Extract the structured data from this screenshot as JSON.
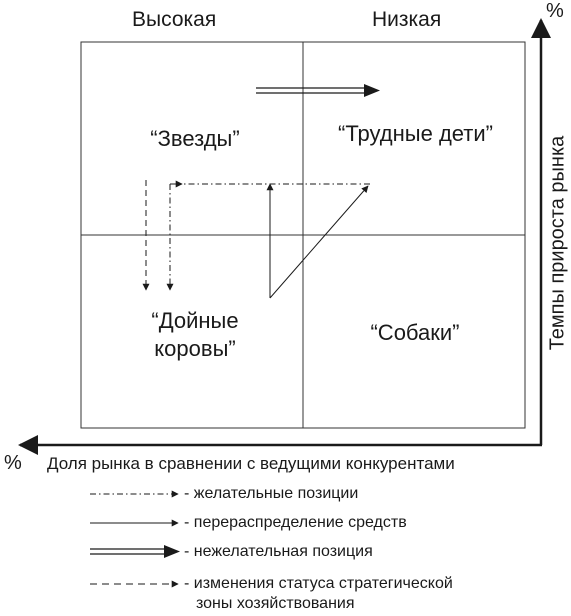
{
  "columns": {
    "left": "Высокая",
    "right": "Низкая"
  },
  "quadrants": {
    "stars": "“Звезды”",
    "question_marks": "“Трудные дети”",
    "cash_cows_line1": "“Дойные",
    "cash_cows_line2": "коровы”",
    "dogs": "“Собаки”"
  },
  "axes": {
    "y_percent": "%",
    "x_percent": "%",
    "y_label": "Темпы прироста рынка",
    "x_label": "Доля рынка в сравнении с ведущими конкурентами"
  },
  "legend": [
    {
      "style": "dash-dot",
      "label": "- желательные позиции"
    },
    {
      "style": "solid",
      "label": "- перераспределение средств"
    },
    {
      "style": "double",
      "label": "- нежелательная позиция"
    },
    {
      "style": "dashed",
      "label": "- изменения статуса стратегической"
    }
  ],
  "legend_continuation": "зоны хозяйствования"
}
